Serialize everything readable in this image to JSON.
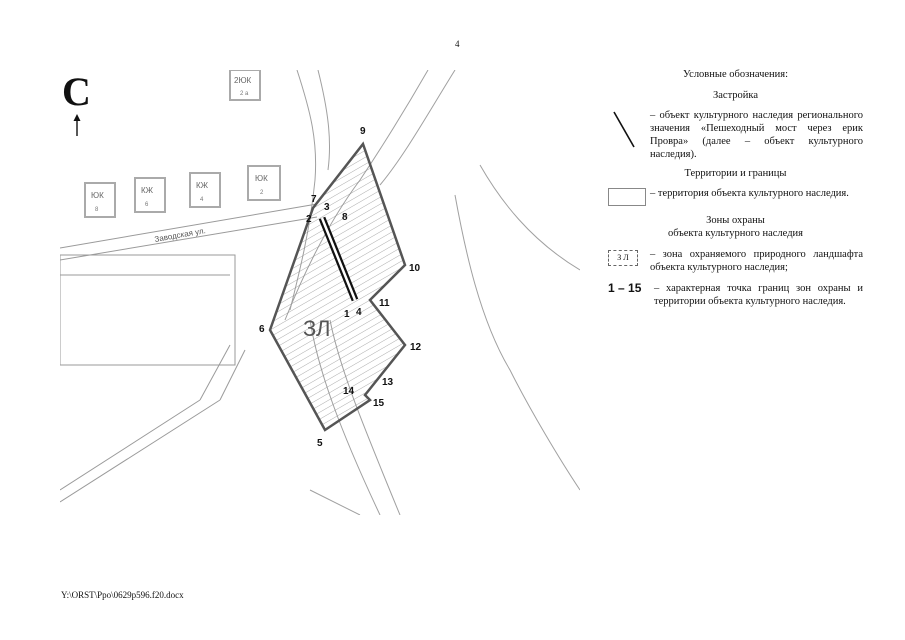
{
  "page_number": "4",
  "north_label": "С",
  "map": {
    "street_label": "Заводская ул.",
    "zone_label": "ЗЛ",
    "buildings": [
      {
        "label": "2ЮК",
        "sub": "2 а"
      },
      {
        "label": "ЮК",
        "sub": "8"
      },
      {
        "label": "КЖ",
        "sub": "6"
      },
      {
        "label": "КЖ",
        "sub": "4"
      },
      {
        "label": "ЮК",
        "sub": "2"
      }
    ],
    "points": [
      "1",
      "2",
      "3",
      "4",
      "5",
      "6",
      "7",
      "8",
      "9",
      "10",
      "11",
      "12",
      "13",
      "14",
      "15"
    ]
  },
  "legend": {
    "title": "Условные обозначения:",
    "section_building": "Застройка",
    "monument_text": "– объект культурного наследия регионального значения «Пешеходный мост через ерик Провра» (далее – объект культурного наследия).",
    "section_territory": "Территории и границы",
    "territory_text": "– территория объекта культурного наследия.",
    "section_zones_1": "Зоны охраны",
    "section_zones_2": "объекта культурного наследия",
    "zl_symbol": "З Л",
    "zl_text": "– зона охраняемого природного ландшафта объекта культурного наследия;",
    "points_symbol": "1 – 15",
    "points_text": "– характерная точка границ зон охраны и территории объекта культурного наследия."
  },
  "footer_path": "Y:\\ORST\\Ppo\\0629p596.f20.docx"
}
